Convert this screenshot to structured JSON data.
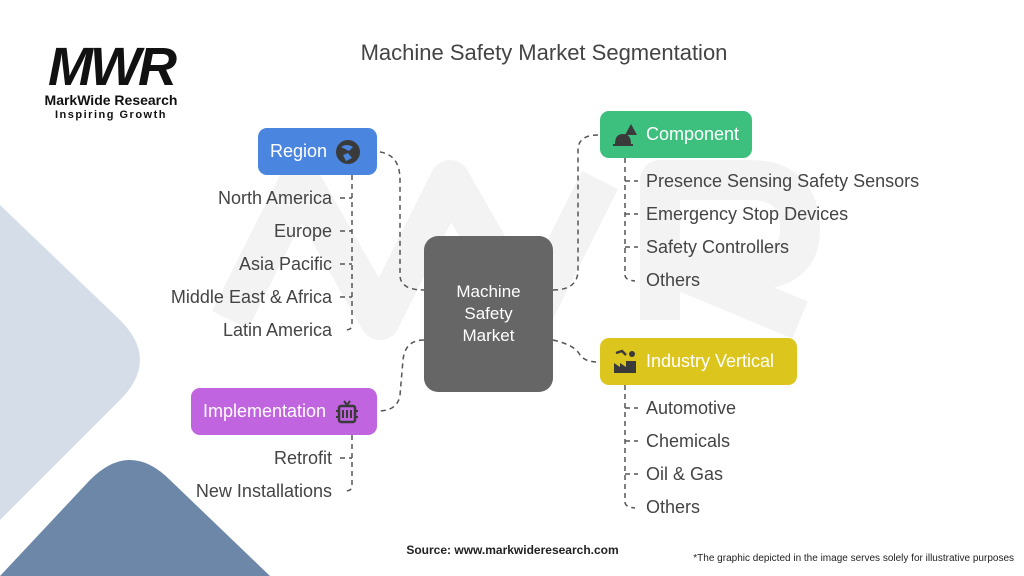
{
  "logo": {
    "mark": "MWR",
    "name": "MarkWide Research",
    "tagline": "Inspiring Growth"
  },
  "title": "Machine Safety Market Segmentation",
  "center": {
    "lines": [
      "Machine",
      "Safety",
      "Market"
    ]
  },
  "segments": {
    "region": {
      "label": "Region",
      "icon": "globe-icon",
      "color": "#4a86e0",
      "items": [
        "North America",
        "Europe",
        "Asia Pacific",
        "Middle East & Africa",
        "Latin America"
      ]
    },
    "component": {
      "label": "Component",
      "icon": "safety-helmet-warning-icon",
      "color": "#3dbf7d",
      "items": [
        "Presence Sensing Safety Sensors",
        "Emergency Stop Devices",
        "Safety Controllers",
        "Others"
      ]
    },
    "industry": {
      "label": "Industry Vertical",
      "icon": "factory-robot-icon",
      "color": "#dcc51c",
      "items": [
        "Automotive",
        "Chemicals",
        "Oil & Gas",
        "Others"
      ]
    },
    "implementation": {
      "label": "Implementation",
      "icon": "retrofit-device-icon",
      "color": "#c064e0",
      "items": [
        "Retrofit",
        "New Installations"
      ]
    }
  },
  "footer": {
    "source": "Source: www.markwideresearch.com",
    "disclaimer": "*The graphic depicted in the image serves solely for illustrative purposes"
  }
}
